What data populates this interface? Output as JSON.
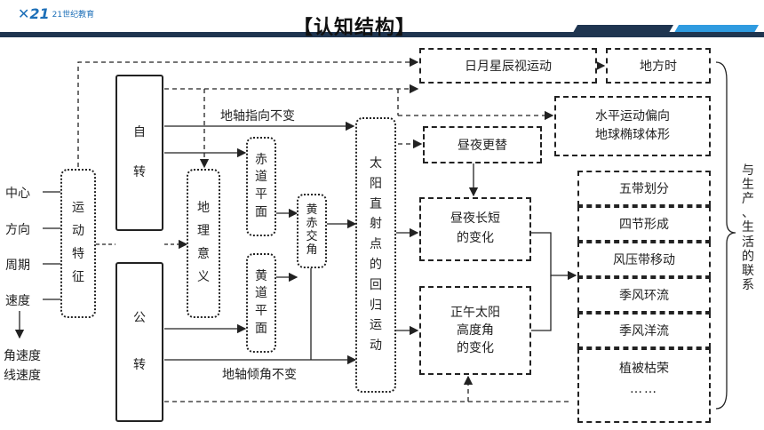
{
  "logo_text": "21世纪教育",
  "title": "【认知结构】",
  "nodes": {
    "zizhuan": "自\n\n转",
    "gongzhuan": "公\n\n转",
    "yundong_tezheng": "运\n动\n特\n征",
    "dili_yiyi": "地\n理\n意\n义",
    "chidao_pingmian": "赤\n道\n平\n面",
    "huangdao_pingmian": "黄\n道\n平\n面",
    "huangchi_jiaojiao": "黄\n赤\n交\n角",
    "taiyang_zhishe": "太\n阳\n直\n射\n点\n的\n回\n归\n运\n动",
    "riyue": "日月星辰视运动",
    "difangshi": "地方时",
    "shuiping": "水平运动偏向\n地球椭球体形",
    "zhouye_gengti": "昼夜更替",
    "zhouye_changduan": "昼夜长短\n的变化",
    "zhengwu": "正午太阳\n高度角\n的变化",
    "effects": [
      "五带划分",
      "四节形成",
      "风压带移动",
      "季风环流",
      "季风洋流",
      "植被枯荣",
      "……"
    ],
    "side": "与\n生\n产\n、\n生\n活\n的\n联\n系"
  },
  "labels": {
    "zhixiang": "地轴指向不变",
    "qingjiao": "地轴倾角不变",
    "zhongxin": "中心",
    "fangxiang": "方向",
    "zhouqi": "周期",
    "sudu": "速度",
    "jiaosudu": "角速度",
    "xiansudu": "线速度"
  }
}
